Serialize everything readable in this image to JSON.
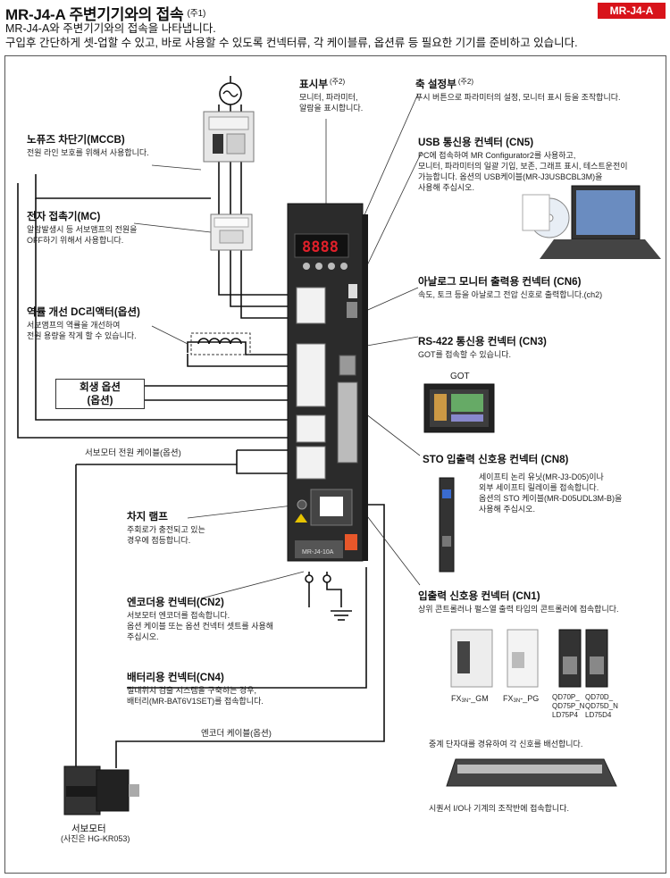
{
  "header": {
    "title": "MR-J4-A 주변기기와의 접속",
    "title_note": "(주1)",
    "badge": "MR-J4-A",
    "intro_line1": "MR-J4-A와 주변기기와의 접속을 나타냅니다.",
    "intro_line2": "구입후 간단하게 셋-업할 수 있고, 바로 사용할 수 있도록 컨넥터류, 각 케이블류, 옵션류 등 필요한 기기를 준비하고 있습니다."
  },
  "left": {
    "mccb": {
      "label": "노퓨즈 차단기(MCCB)",
      "desc": "전원 라인 보호를 위해서 사용합니다."
    },
    "mc": {
      "label": "전자 접촉기(MC)",
      "desc1": "알람발생시 등 서보앰프의 전원을",
      "desc2": "OFF하기 위해서 사용합니다."
    },
    "reactor": {
      "label": "역률 개선 DC리액터(옵션)",
      "desc1": "서보앰프의 역률을 개선하여",
      "desc2": "전원 용량을 작게 할 수 있습니다."
    },
    "regen": {
      "line1": "회생 옵션",
      "line2": "(옵션)"
    },
    "servo_cable": "서보모터 전원 케이블(옵션)",
    "charge": {
      "label": "차지 램프",
      "desc1": "주회로가 충전되고 있는",
      "desc2": "경우에 점등합니다."
    },
    "cn2": {
      "label": "엔코더용 컨넥터(CN2)",
      "desc1": "서보모터 엔코더를 접속합니다.",
      "desc2": "옵션 케이블 또는 옵션 컨넥터 셋트를 사용해",
      "desc3": "주십시오."
    },
    "cn4": {
      "label": "배터리용 컨넥터(CN4)",
      "desc1": "절대위치 검출 시스템을 구축하는 경우,",
      "desc2": "배터리(MR-BAT6V1SET)를 접속합니다."
    },
    "encoder_cable": "엔코더 케이블(옵션)",
    "motor": {
      "label": "서보모터",
      "note": "(사진은 HG-KR053)"
    }
  },
  "right": {
    "display": {
      "label": "표시부",
      "note": "(주2)",
      "desc1": "모니터, 파라미터,",
      "desc2": "알람을 표시합니다."
    },
    "axis": {
      "label": "축 설정부",
      "note": "(주2)",
      "desc": "푸시 버튼으로 파라미터의 설정, 모니터 표시 등을 조작합니다."
    },
    "cn5": {
      "label": "USB 통신용 컨넥터 (CN5)",
      "desc1": "PC에 접속하여 MR Configurator2를 사용하고,",
      "desc2": "모니터, 파라미터의 일괄 기입, 보존, 그래프 표시, 테스트운전이",
      "desc3": "가능합니다. 옵션의 USB케이블(MR-J3USBCBL3M)을",
      "desc4": "사용해 주십시오."
    },
    "cn6": {
      "label": "아날로그 모니터 출력용 컨넥터 (CN6)",
      "desc": "속도, 토크 등을 아날로그 전압 신호로 출력합니다.(ch2)"
    },
    "cn3": {
      "label": "RS-422 통신용 컨넥터 (CN3)",
      "desc": "GOT를 접속할 수 있습니다."
    },
    "got": "GOT",
    "cn8": {
      "label": "STO 입출력 신호용 컨넥터 (CN8)",
      "desc1": "세이프티 논리 유닛(MR-J3-D05)이나",
      "desc2": "외부 세이프티 릴레이를 접속합니다.",
      "desc3": "옵션의 STO 케이블(MR-D05UDL3M-B)을",
      "desc4": "사용해 주십시오."
    },
    "cn1": {
      "label": "입출력 신호용 컨넥터 (CN1)",
      "desc": "상위 콘트롤러나 펄스열 출력 타입의 콘트롤러에 접속합니다."
    },
    "plc1": {
      "pre": "FX",
      "sub": "3N",
      "post": "-_GM"
    },
    "plc2": {
      "pre": "FX",
      "sub": "3N",
      "post": "-_PG"
    },
    "plc3": {
      "l1": "QD70P_",
      "l2": "QD75P_N",
      "l3": "LD75P4"
    },
    "plc4": {
      "l1": "QD70D_",
      "l2": "QD75D_N",
      "l3": "LD75D4"
    },
    "relay_desc": "중계 단자대를 경유하여 각 신호를 배선합니다.",
    "seq_desc": "시퀀서 I/O나 기계의 조작반에 접속합니다."
  },
  "amp": {
    "display_digits": "8888",
    "model": "MR-J4-10A"
  },
  "colors": {
    "badge": "#d8131a",
    "amp_body": "#2b2b2b",
    "display_led": "#e0202a",
    "battery": "#e8572a"
  }
}
